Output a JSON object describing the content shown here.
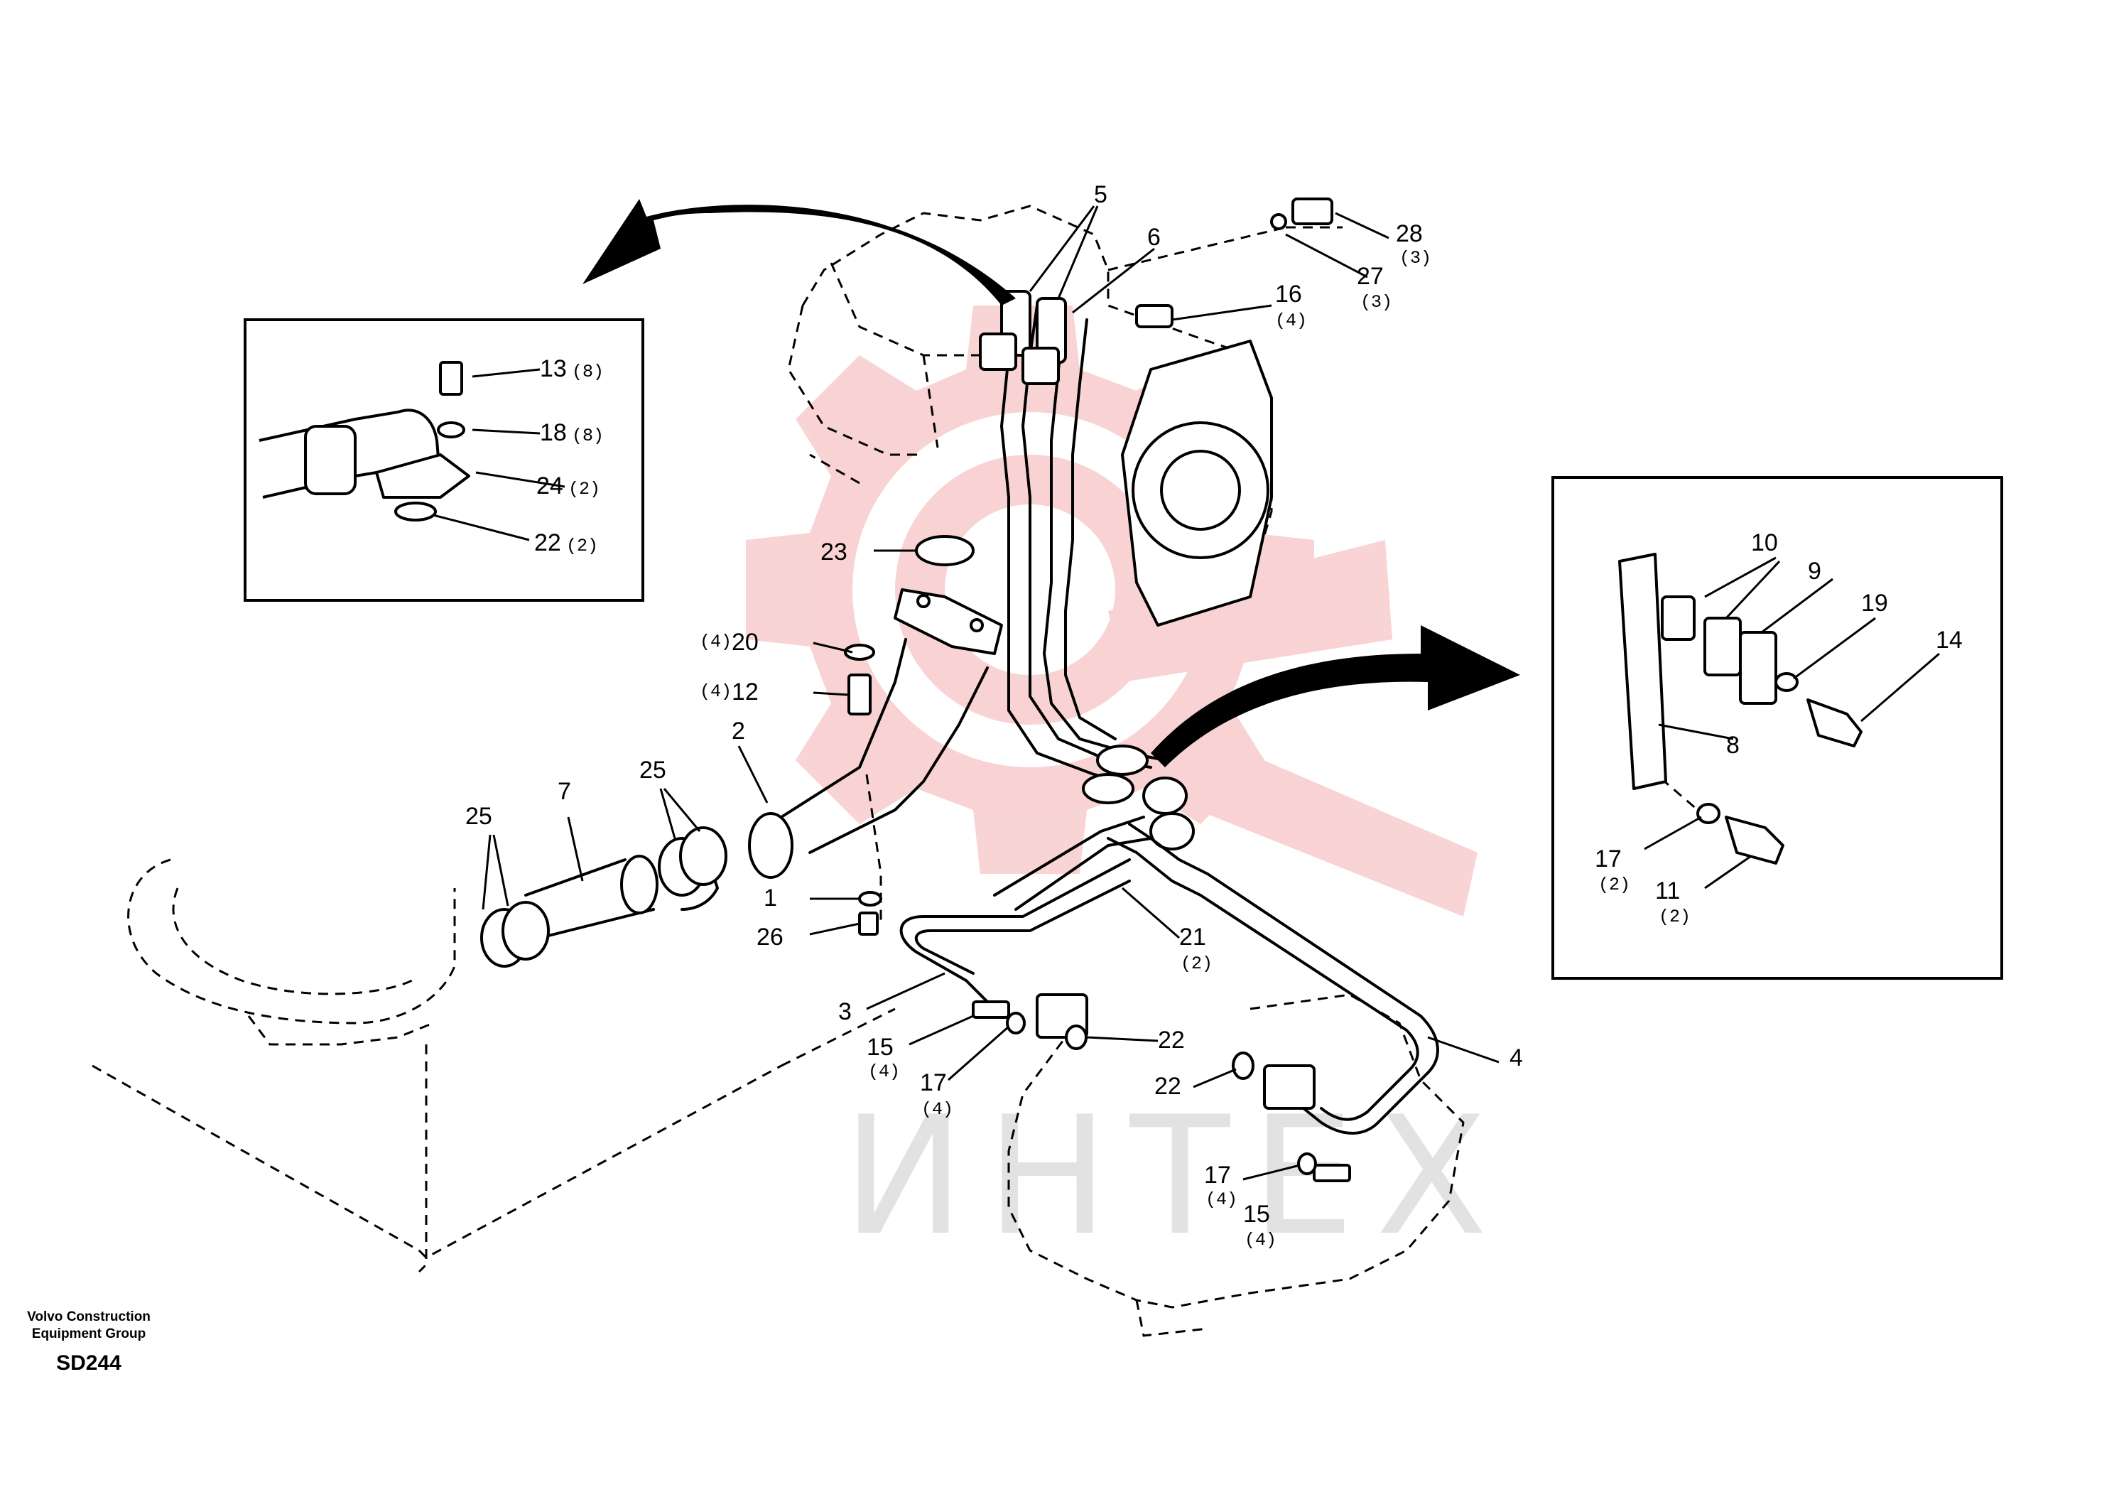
{
  "diagram": {
    "callouts": [
      {
        "num": "5",
        "qty": ""
      },
      {
        "num": "6",
        "qty": ""
      },
      {
        "num": "28",
        "qty": "(3)"
      },
      {
        "num": "27",
        "qty": "(3)"
      },
      {
        "num": "16",
        "qty": "(4)"
      },
      {
        "num": "13",
        "qty": "(8)"
      },
      {
        "num": "18",
        "qty": "(8)"
      },
      {
        "num": "24",
        "qty": "(2)"
      },
      {
        "num": "22",
        "qty": "(2)"
      },
      {
        "num": "23",
        "qty": ""
      },
      {
        "num": "20",
        "qty": "(4)"
      },
      {
        "num": "12",
        "qty": "(4)"
      },
      {
        "num": "2",
        "qty": ""
      },
      {
        "num": "25",
        "qty": ""
      },
      {
        "num": "7",
        "qty": ""
      },
      {
        "num": "25",
        "qty": ""
      },
      {
        "num": "1",
        "qty": ""
      },
      {
        "num": "26",
        "qty": ""
      },
      {
        "num": "3",
        "qty": ""
      },
      {
        "num": "15",
        "qty": "(4)"
      },
      {
        "num": "17",
        "qty": "(4)"
      },
      {
        "num": "22",
        "qty": ""
      },
      {
        "num": "21",
        "qty": "(2)"
      },
      {
        "num": "22",
        "qty": ""
      },
      {
        "num": "4",
        "qty": ""
      },
      {
        "num": "17",
        "qty": "(4)"
      },
      {
        "num": "15",
        "qty": "(4)"
      },
      {
        "num": "10",
        "qty": ""
      },
      {
        "num": "9",
        "qty": ""
      },
      {
        "num": "19",
        "qty": ""
      },
      {
        "num": "14",
        "qty": ""
      },
      {
        "num": "8",
        "qty": ""
      },
      {
        "num": "17",
        "qty": "(2)"
      },
      {
        "num": "11",
        "qty": "(2)"
      }
    ],
    "watermark": "ИНТЕХ",
    "colors": {
      "line": "#000000",
      "watermark_logo": "#f7c8c8",
      "watermark_text": "#e0e0e0"
    }
  },
  "footer": {
    "company_line1": "Volvo Construction",
    "company_line2": "Equipment Group",
    "code": "SD244"
  }
}
